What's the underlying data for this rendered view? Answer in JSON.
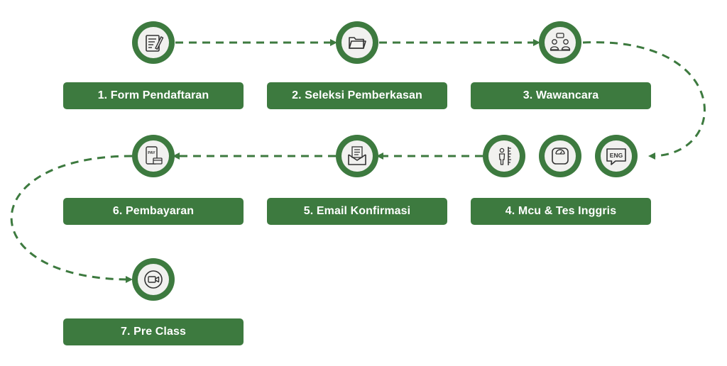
{
  "colors": {
    "primary_green": "#3d7a3f",
    "box_text": "#ffffff",
    "icon_fill": "#f1f1ef",
    "icon_stroke": "#333333"
  },
  "steps": [
    {
      "label": "1. Form Pendaftaran",
      "icons": [
        "form-icon"
      ]
    },
    {
      "label": "2. Seleksi Pemberkasan",
      "icons": [
        "folder-icon"
      ]
    },
    {
      "label": "3. Wawancara",
      "icons": [
        "interview-icon"
      ]
    },
    {
      "label": "4. Mcu & Tes Inggris",
      "icons": [
        "height-measure-icon",
        "weight-scale-icon",
        "english-speech-icon"
      ]
    },
    {
      "label": "5. Email Konfirmasi",
      "icons": [
        "email-icon"
      ]
    },
    {
      "label": "6. Pembayaran",
      "icons": [
        "payment-icon"
      ]
    },
    {
      "label": "7. Pre Class",
      "icons": [
        "video-call-icon"
      ]
    }
  ],
  "icon_texts": {
    "english": "ENG",
    "pay": "PAY"
  }
}
